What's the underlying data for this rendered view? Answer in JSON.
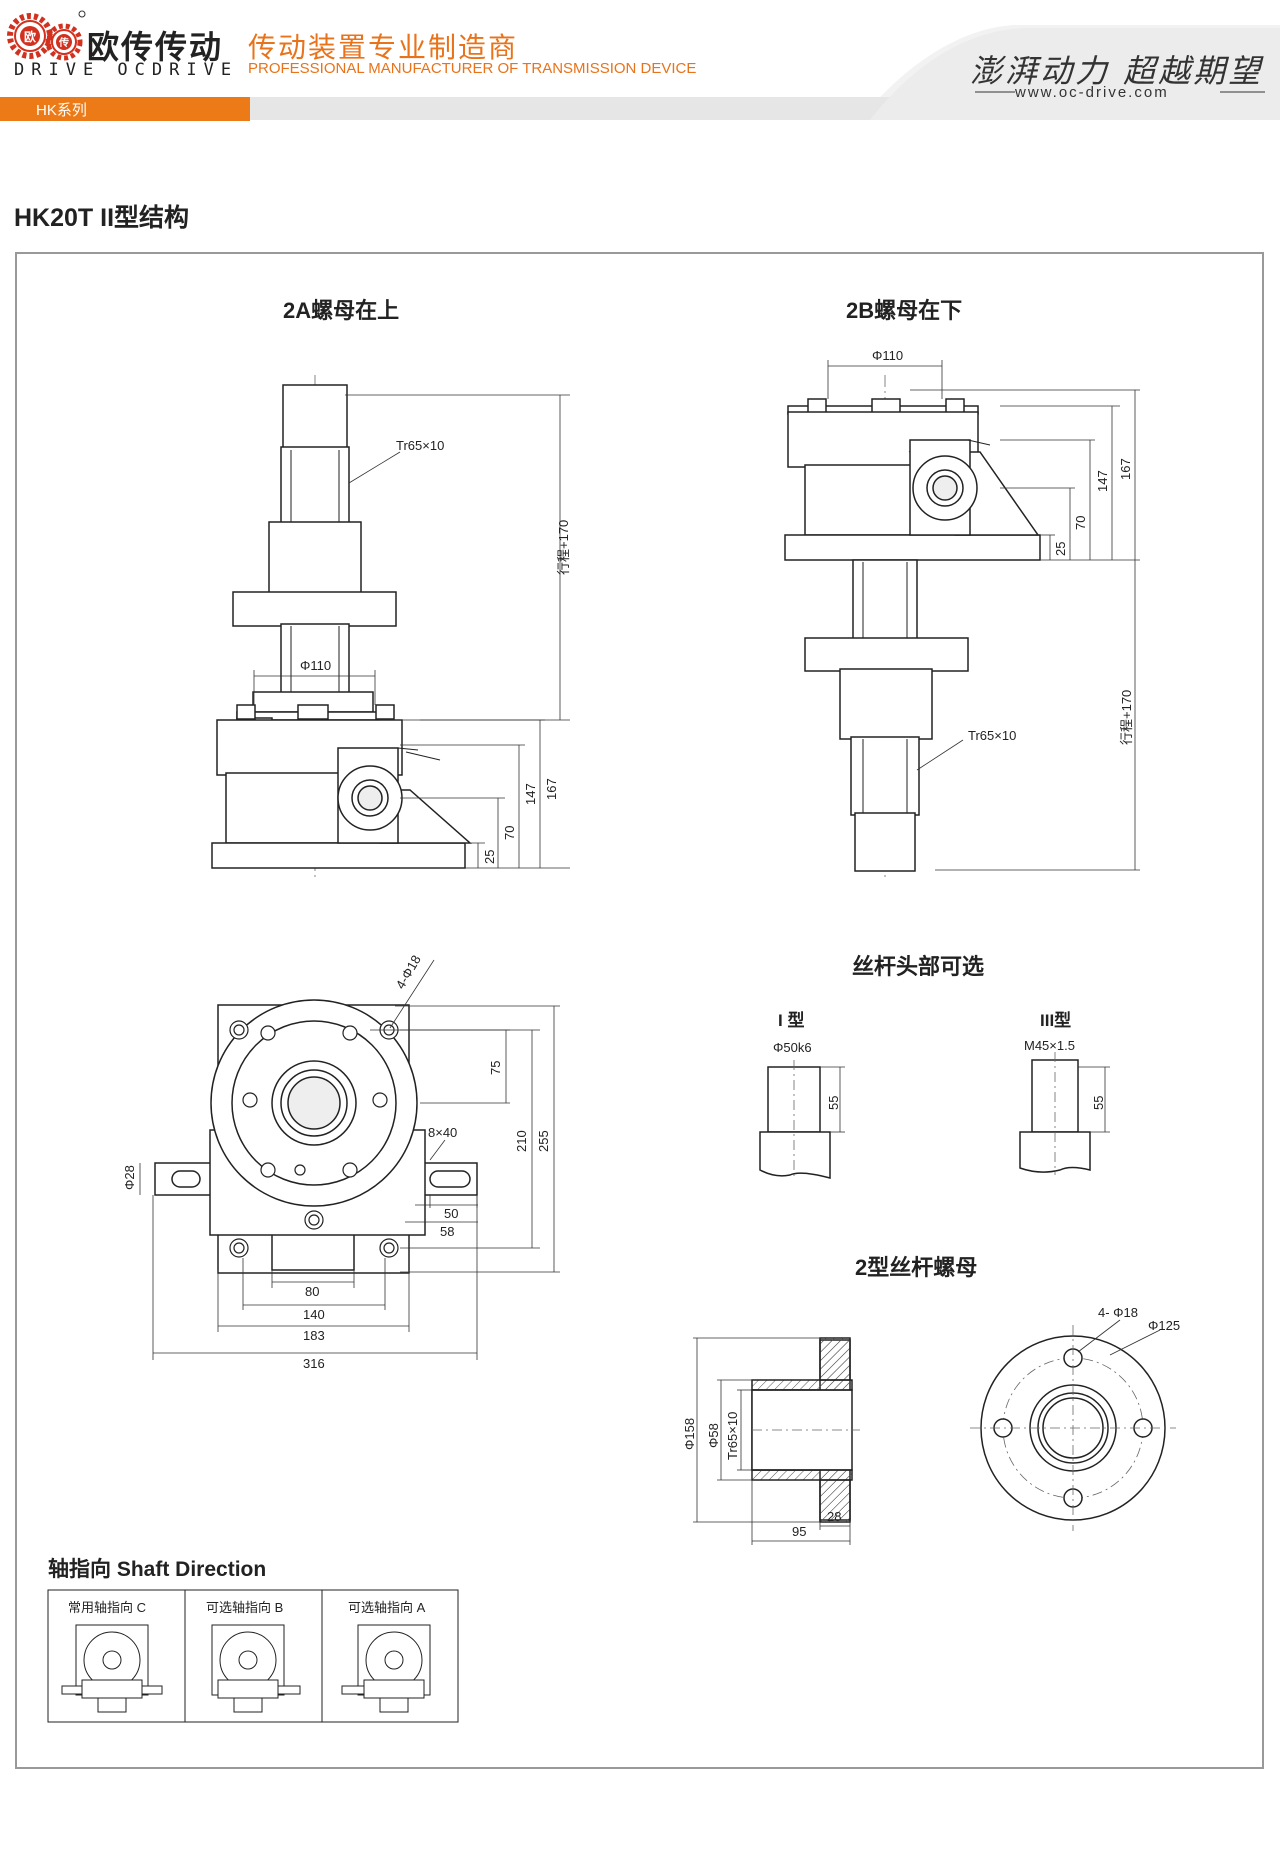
{
  "brand": {
    "name_cn": "欧传传动",
    "name_en": "OCDRIVE",
    "logo_text": "DRIVE OCDRIVE",
    "slogan_cn": "传动装置专业制造商",
    "slogan_en": "PROFESSIONAL MANUFACTURER OF TRANSMISSION DEVICE",
    "motto": "澎湃动力 超越期望",
    "website": "www.oc-drive.com"
  },
  "series_tab": "HK系列",
  "page_title": "HK20T II型结构",
  "views": {
    "view_2a": {
      "title": "2A螺母在上",
      "thread": "Tr65×10",
      "stroke": "行程+170",
      "flange_dia": "Φ110",
      "dims": [
        "167",
        "147",
        "70",
        "25"
      ]
    },
    "view_2b": {
      "title": "2B螺母在下",
      "thread": "Tr65×10",
      "stroke": "行程+170",
      "flange_dia": "Φ110",
      "dims": [
        "167",
        "147",
        "70",
        "25"
      ]
    },
    "plan_view": {
      "holes": "4-Φ18",
      "key": "8×40",
      "shaft_dia": "Φ28",
      "dims_right": [
        "75",
        "210",
        "255"
      ],
      "dims_key": [
        "50",
        "58"
      ],
      "dims_bottom": [
        "80",
        "140",
        "183",
        "316"
      ]
    },
    "screw_head": {
      "title": "丝杆头部可选",
      "type1": {
        "label": "I 型",
        "spec": "Φ50k6",
        "length": "55"
      },
      "type3": {
        "label": "III型",
        "spec": "M45×1.5",
        "length": "55"
      }
    },
    "nut": {
      "title": "2型丝杆螺母",
      "outer_dia": "Φ158",
      "body_dia": "Φ58",
      "thread": "Tr65×10",
      "length": "95",
      "flange_thk": "28",
      "holes": "4- Φ18",
      "pcd": "Φ125"
    }
  },
  "shaft_direction": {
    "title": "轴指向 Shaft Direction",
    "options": [
      "常用轴指向 C",
      "可选轴指向 B",
      "可选轴指向 A"
    ]
  }
}
